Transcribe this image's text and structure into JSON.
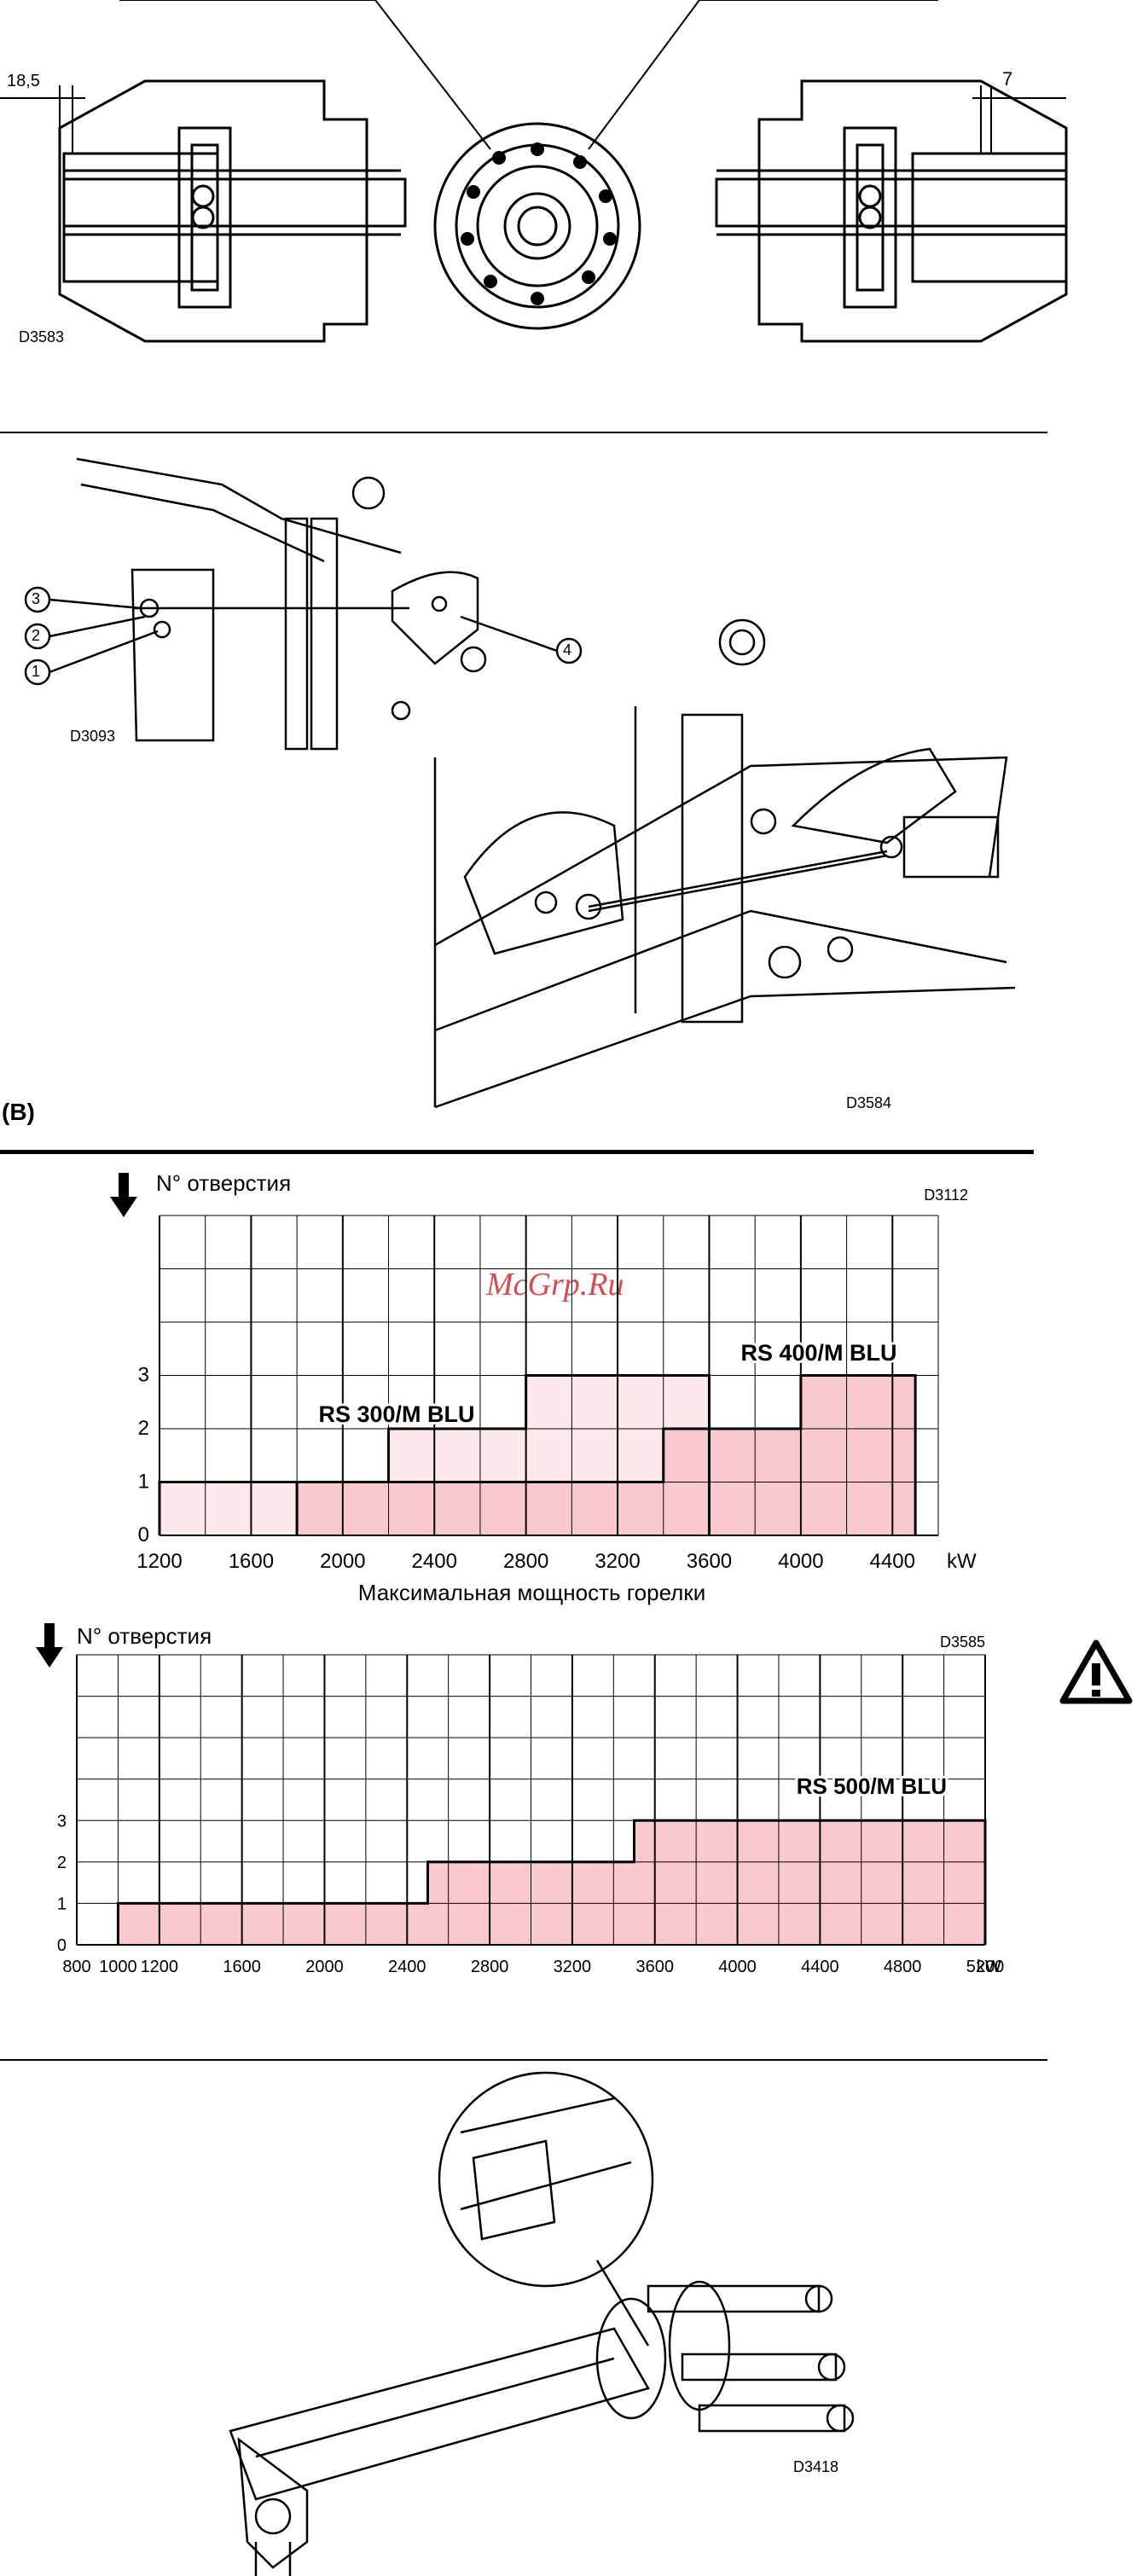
{
  "section1": {
    "dim_left": "18,5",
    "dim_right": "7",
    "code": "D3583"
  },
  "section2": {
    "callouts": [
      "3",
      "2",
      "1",
      "4"
    ],
    "code_small": "D3093",
    "code_large": "D3584",
    "label_b": "(B)"
  },
  "watermark": "McGrp.Ru",
  "warning_icon": "warning-triangle-icon",
  "chart_data": [
    {
      "type": "area",
      "code": "D3112",
      "ylabel": "N° отверстия",
      "xlabel": "Максимальная мощность горелки",
      "xunit": "kW",
      "x_ticks": [
        "1200",
        "1600",
        "2000",
        "2400",
        "2800",
        "3200",
        "3600",
        "4000",
        "4400"
      ],
      "y_ticks": [
        "0",
        "1",
        "2",
        "3"
      ],
      "xlim": [
        1200,
        4600
      ],
      "ylim": [
        0,
        6
      ],
      "series": [
        {
          "name": "RS 300/M BLU",
          "steps": [
            [
              1200,
              1
            ],
            [
              2200,
              2
            ],
            [
              2800,
              3
            ],
            [
              3600,
              3
            ]
          ],
          "x_end": 3600
        },
        {
          "name": "RS 400/M BLU",
          "steps": [
            [
              1800,
              1
            ],
            [
              3400,
              2
            ],
            [
              4000,
              3
            ]
          ],
          "x_end": 4500
        }
      ]
    },
    {
      "type": "area",
      "code": "D3585",
      "ylabel": "N° отверстия",
      "xlabel": "",
      "xunit": "kW",
      "x_ticks": [
        "800",
        "1000",
        "1200",
        "1600",
        "2000",
        "2400",
        "2800",
        "3200",
        "3600",
        "4000",
        "4400",
        "4800",
        "5200"
      ],
      "y_ticks": [
        "0",
        "1",
        "2",
        "3"
      ],
      "xlim": [
        800,
        5200
      ],
      "ylim": [
        0,
        7
      ],
      "series": [
        {
          "name": "RS 500/M BLU",
          "steps": [
            [
              1000,
              1
            ],
            [
              2500,
              2
            ],
            [
              3500,
              3
            ]
          ],
          "x_end": 5200
        }
      ]
    }
  ],
  "section4": {
    "code": "D3418"
  }
}
